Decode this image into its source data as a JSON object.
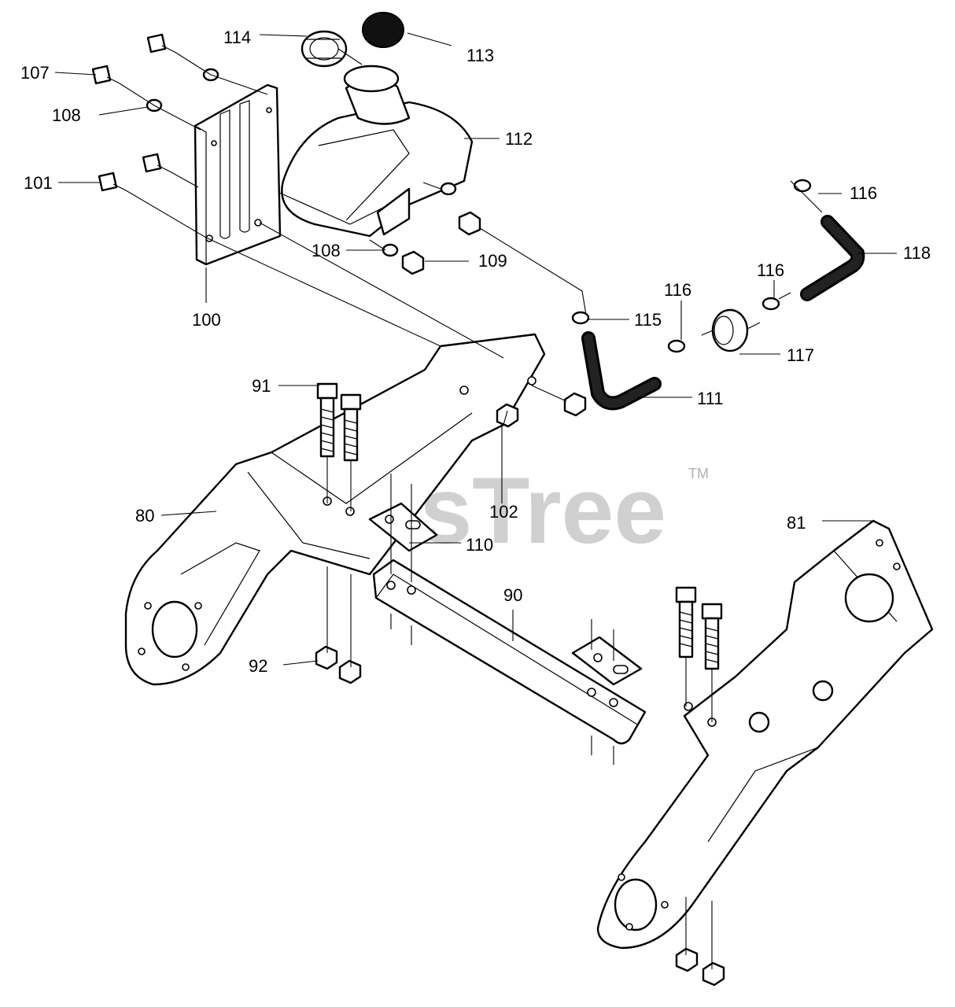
{
  "watermark": {
    "text": "PartsTree",
    "trademark": "TM"
  },
  "callouts": [
    "80",
    "81",
    "90",
    "91",
    "92",
    "100",
    "101",
    "102",
    "107",
    "108",
    "108",
    "109",
    "110",
    "111",
    "112",
    "113",
    "114",
    "115",
    "116",
    "116",
    "116",
    "117",
    "118"
  ],
  "colors": {
    "line": "#000000",
    "background": "#ffffff",
    "watermark": "#c8c8c8"
  }
}
